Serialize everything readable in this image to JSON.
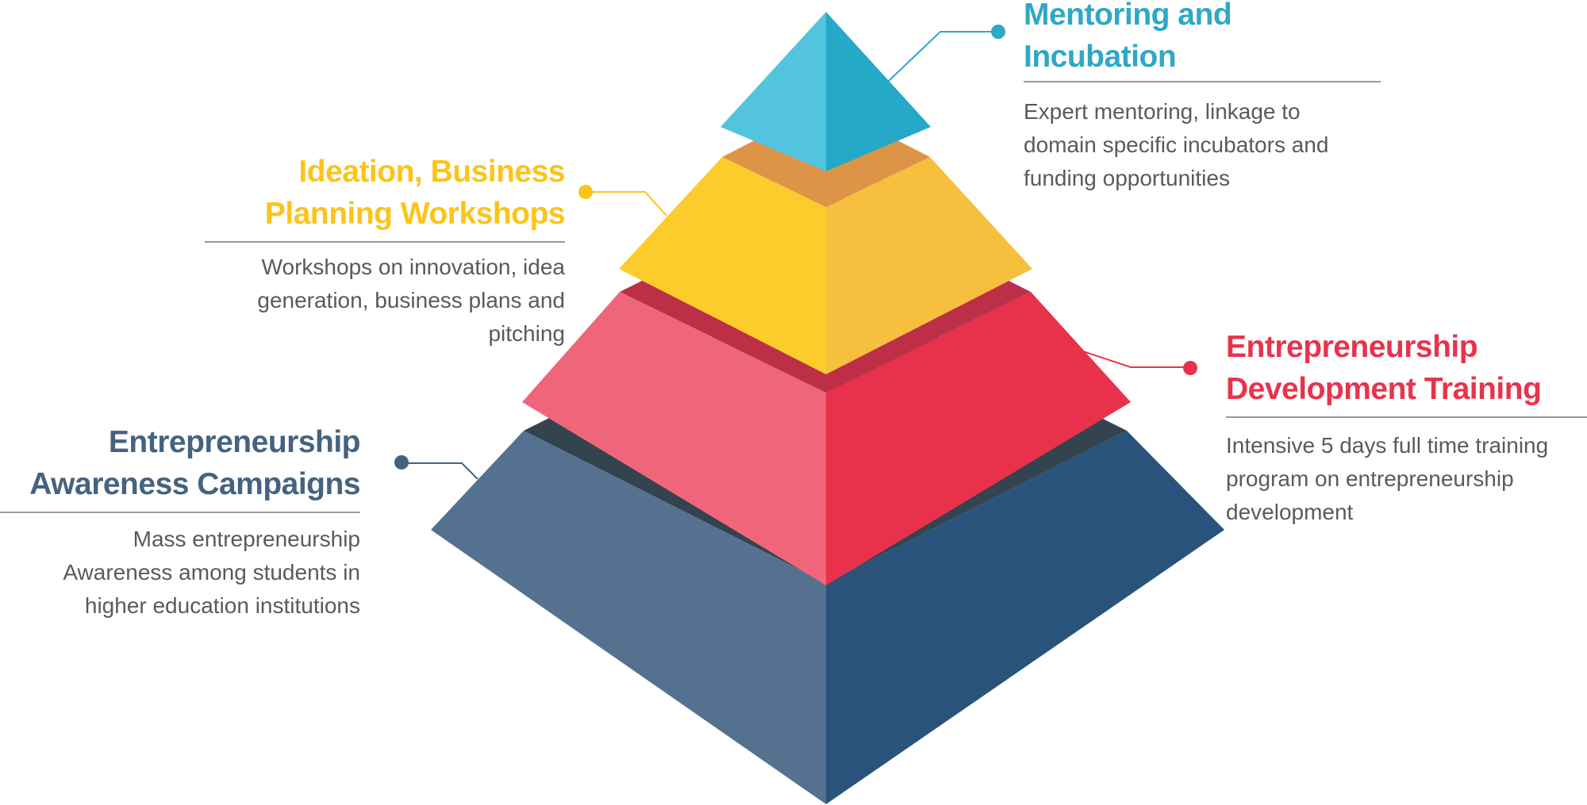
{
  "colors": {
    "tier1": "#2ea8c6",
    "tier2": "#fcc41a",
    "tier3": "#e8334d",
    "tier4": "#45637f"
  },
  "tiers": [
    {
      "title_lines": [
        "Mentoring and",
        "Incubation"
      ],
      "desc_lines": [
        "Expert mentoring, linkage to",
        "domain specific incubators and",
        "funding opportunities"
      ]
    },
    {
      "title_lines": [
        "Ideation, Business",
        "Planning Workshops"
      ],
      "desc_lines": [
        "Workshops on innovation, idea",
        "generation, business plans and",
        "pitching"
      ]
    },
    {
      "title_lines": [
        "Entrepreneurship",
        "Development Training"
      ],
      "desc_lines": [
        "Intensive 5 days full time training",
        "program on entrepreneurship",
        "development"
      ]
    },
    {
      "title_lines": [
        "Entrepreneurship",
        "Awareness Campaigns"
      ],
      "desc_lines": [
        "Mass entrepreneurship",
        "Awareness among students in",
        "higher education institutions"
      ]
    }
  ]
}
